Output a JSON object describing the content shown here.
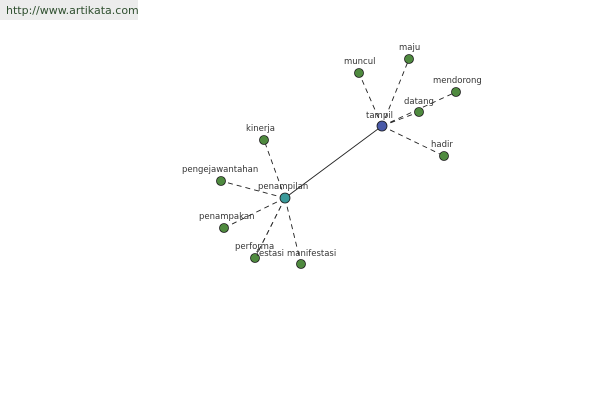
{
  "source_url": "http://www.artikata.com",
  "colors": {
    "hub_tampil": "#4a5aa8",
    "hub_penampilan": "#3a9a9a",
    "leaf": "#4f8a3f",
    "edge": "#222222",
    "node_stroke": "#1a1a1a"
  },
  "hubs": [
    {
      "id": "tampil",
      "label": "tampil"
    },
    {
      "id": "penampilan",
      "label": "penampilan"
    }
  ],
  "leaves": [
    {
      "id": "muncul",
      "label": "muncul",
      "hub": "tampil"
    },
    {
      "id": "maju",
      "label": "maju",
      "hub": "tampil"
    },
    {
      "id": "mendorong",
      "label": "mendorong",
      "hub": "tampil"
    },
    {
      "id": "datang",
      "label": "datang",
      "hub": "tampil"
    },
    {
      "id": "hadir",
      "label": "hadir",
      "hub": "tampil"
    },
    {
      "id": "kinerja",
      "label": "kinerja",
      "hub": "penampilan"
    },
    {
      "id": "pengejawantahan",
      "label": "pengejawantahan",
      "hub": "penampilan"
    },
    {
      "id": "penampakan",
      "label": "penampakan",
      "hub": "penampilan"
    },
    {
      "id": "performa",
      "label": "performa",
      "hub": "penampilan"
    },
    {
      "id": "festasi",
      "label": "festasi",
      "hub": "penampilan"
    },
    {
      "id": "manifestasi",
      "label": "manifestasi",
      "hub": "penampilan"
    }
  ],
  "links": [
    {
      "from": "tampil",
      "to": "penampilan",
      "style": "solid"
    }
  ]
}
